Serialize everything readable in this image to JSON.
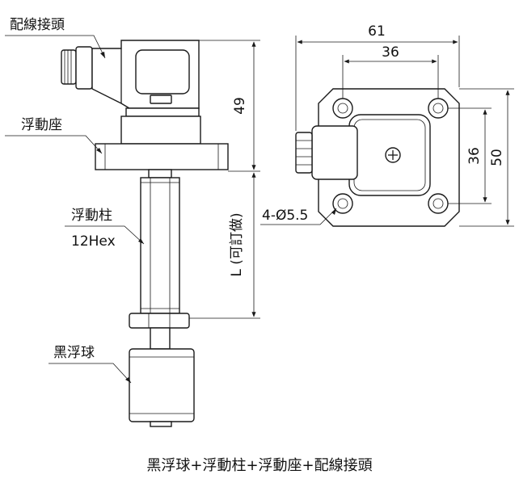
{
  "labels": {
    "connector": "配線接頭",
    "float_seat": "浮動座",
    "float_rod": "浮動柱",
    "hex": "12Hex",
    "float_ball": "黑浮球",
    "holes": "4-Ø5.5"
  },
  "dimensions": {
    "overall_width": "61",
    "inner_width": "36",
    "inner_height": "36",
    "overall_height": "50",
    "head_height": "49",
    "length": "L (可訂做)"
  },
  "caption": "黑浮球+浮動柱+浮動座+配線接頭"
}
